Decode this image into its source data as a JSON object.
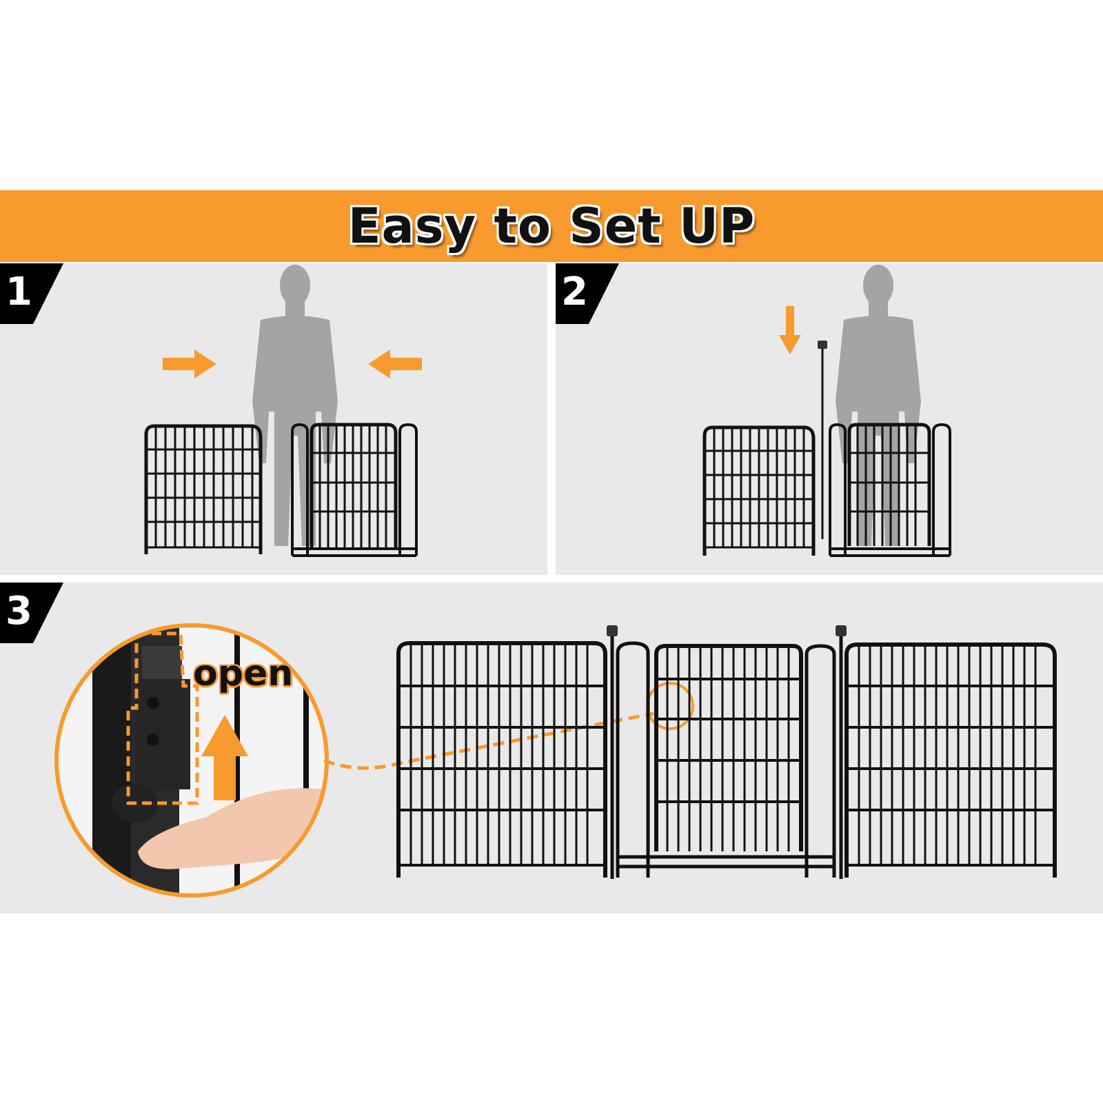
{
  "header": {
    "title": "Easy to Set UP"
  },
  "steps": [
    {
      "number": "1"
    },
    {
      "number": "2"
    },
    {
      "number": "3",
      "latch_label": "open"
    }
  ],
  "colors": {
    "accent": "#f89a2e",
    "panel_bg": "#e9e9e9",
    "badge": "#000000",
    "fence": "#111111"
  },
  "icons": [
    "person-silhouette-icon",
    "arrow-right-icon",
    "arrow-left-icon",
    "arrow-down-icon",
    "arrow-up-icon",
    "fence-panel-icon",
    "latch-detail-icon"
  ]
}
